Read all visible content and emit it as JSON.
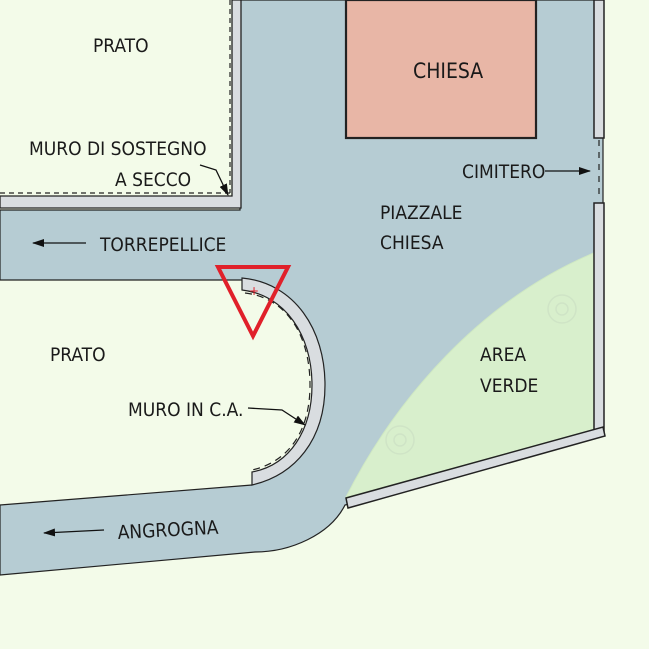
{
  "labels": {
    "prato_top": "PRATO",
    "muro_sostegno_1": "MURO DI SOSTEGNO",
    "muro_sostegno_2": "A SECCO",
    "torrepellice": "TORREPELLICE",
    "chiesa": "CHIESA",
    "cimitero": "CIMITERO",
    "piazzale_1": "PIAZZALE",
    "piazzale_2": "CHIESA",
    "prato_left": "PRATO",
    "area_verde_1": "AREA",
    "area_verde_2": "VERDE",
    "muro_ca": "MURO IN C.A.",
    "angrogna": "ANGROGNA"
  },
  "colors": {
    "background": "#f3fbe9",
    "road": "#b6ccd3",
    "church": "#e8b6a6",
    "green_area": "#d8efcc",
    "wall": "#d9dde0",
    "yield_sign": "#e0202a",
    "outline": "#222222"
  },
  "icons": {
    "yield_sign": "yield-triangle-icon",
    "tree_symbol": "tree-circle-icon"
  }
}
